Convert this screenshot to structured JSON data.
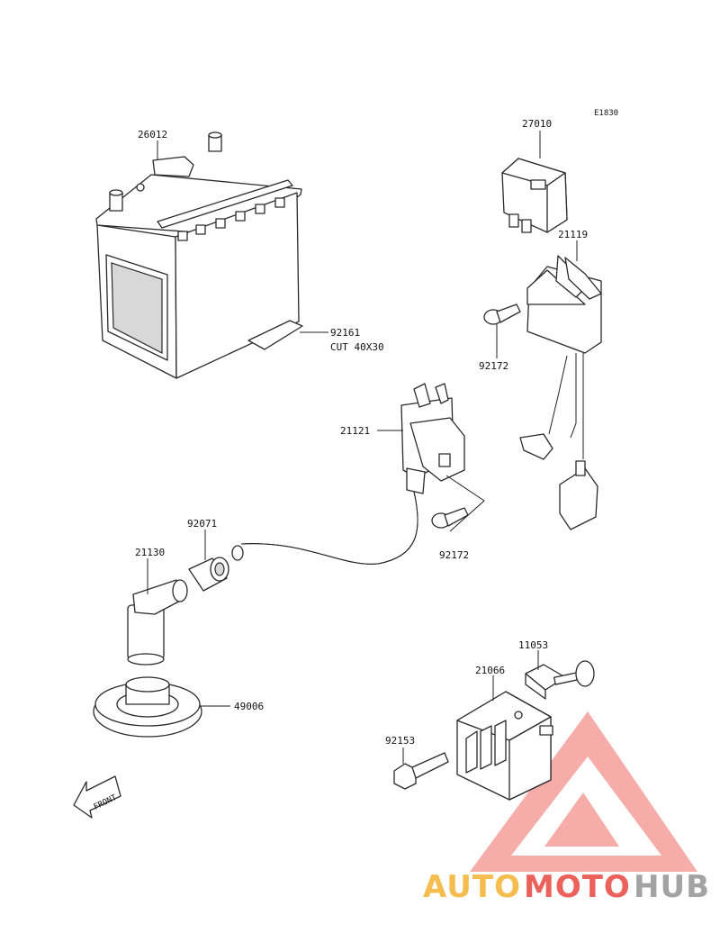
{
  "diagram": {
    "code": "E1830",
    "parts": {
      "battery": "26012",
      "battery_pad": "92161",
      "battery_pad_note": "CUT 40X30",
      "relay": "27010",
      "igniter": "21119",
      "igniter_screw": "92172",
      "ignition_coil": "21121",
      "coil_screw": "92172",
      "cap_seal": "92071",
      "plug_cap": "21130",
      "plug_cap_seal": "49006",
      "regulator_bracket": "11053",
      "regulator": "21066",
      "regulator_bolt": "92153"
    },
    "front_arrow_label": "FRONT"
  },
  "watermark": {
    "part1": "AUTO",
    "part2": "MOTO",
    "part3": "HUB",
    "colors": {
      "orange": "#f5b63d",
      "red": "#e8524a",
      "gray": "#9a9a9a"
    }
  }
}
